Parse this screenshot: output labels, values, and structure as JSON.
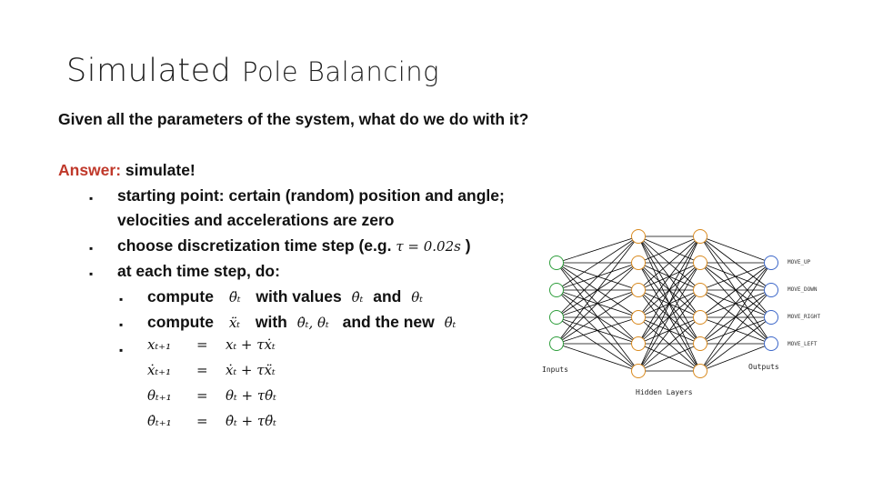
{
  "slide": {
    "title_big": "Simulated",
    "title_rest": "Pole Balancing",
    "question": "Given all the parameters of the system, what do we do with it?",
    "answer_label": "Answer:",
    "answer_text": "simulate!",
    "bullets": {
      "start_1": "starting point: certain (random) position and angle;",
      "start_2": "velocities and accelerations are zero",
      "step_text": "choose discretization time step (e.g.",
      "step_math": "τ = 0.02s",
      "step_close": ")",
      "each_step": "at each time step, do:",
      "compute1_word": "compute",
      "compute1_math": "θ̈ₜ",
      "compute1_with": "with values",
      "compute1_m2": "θ̇ₜ",
      "compute1_and": "and",
      "compute1_m3": "θₜ",
      "compute2_word": "compute",
      "compute2_math": "ẍₜ",
      "compute2_with": "with",
      "compute2_m2": "θ̇ₜ, θₜ",
      "compute2_and": "and the new",
      "compute2_m3": "θ̈ₜ"
    },
    "equations": [
      {
        "lhs": "xₜ₊₁",
        "eq": "=",
        "rhs": "xₜ + τẋₜ"
      },
      {
        "lhs": "ẋₜ₊₁",
        "eq": "=",
        "rhs": "ẋₜ + τẍₜ"
      },
      {
        "lhs": "θₜ₊₁",
        "eq": "=",
        "rhs": "θₜ + τθ̇ₜ"
      },
      {
        "lhs": "θ̇ₜ₊₁",
        "eq": "=",
        "rhs": "θ̇ₜ + τθ̈ₜ"
      }
    ]
  },
  "network": {
    "inputs_label": "Inputs",
    "hidden_label": "Hidden Layers",
    "outputs_label": "Outputs",
    "output_nodes": [
      "MOVE_UP",
      "MOVE_DOWN",
      "MOVE_RIGHT",
      "MOVE_LEFT"
    ],
    "input_color": "#2e9e3c",
    "hidden_color": "#d98a1f",
    "output_color": "#3b66c9"
  }
}
